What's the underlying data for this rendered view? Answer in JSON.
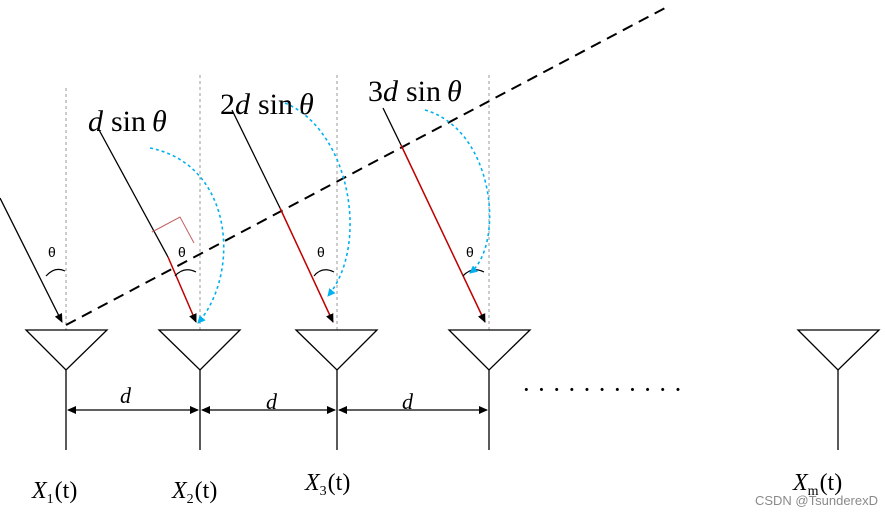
{
  "theta": "θ",
  "path_labels": [
    {
      "coef": "",
      "d": "d",
      "sin": "sin",
      "th": "θ"
    },
    {
      "coef": "2",
      "d": "d",
      "sin": "sin",
      "th": "θ"
    },
    {
      "coef": "3",
      "d": "d",
      "sin": "sin",
      "th": "θ"
    }
  ],
  "spacing_label": "d",
  "ellipsis": "· · · · · · · · · · ·",
  "outputs": [
    {
      "X": "X",
      "sub": "1",
      "t": "(t)"
    },
    {
      "X": "X",
      "sub": "2",
      "t": "(t)"
    },
    {
      "X": "X",
      "sub": "3",
      "t": "(t)"
    },
    {
      "X": "X",
      "sub": "m",
      "t": "(t)"
    }
  ],
  "watermark": "CSDN @TsunderexD",
  "colors": {
    "line": "#000000",
    "guide": "#9a9a9a",
    "extra_path": "#c00000",
    "arrow_blue": "#00b0f0",
    "right_angle": "#c06060"
  }
}
